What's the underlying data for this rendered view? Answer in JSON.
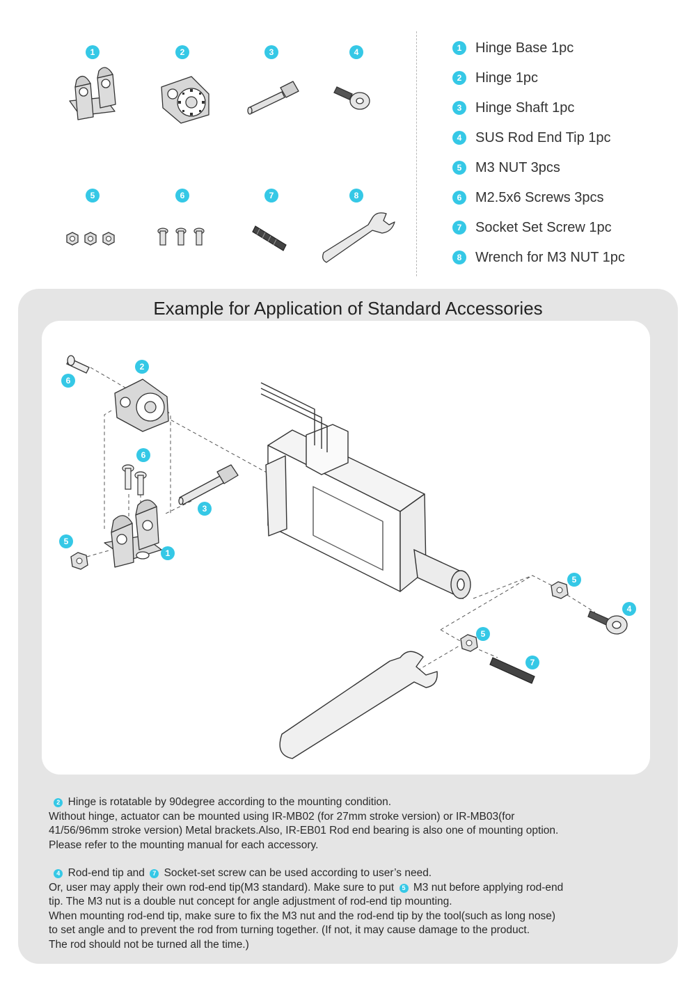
{
  "parts": [
    {
      "num": "1",
      "label": "Hinge Base 1pc"
    },
    {
      "num": "2",
      "label": "Hinge 1pc"
    },
    {
      "num": "3",
      "label": "Hinge Shaft 1pc"
    },
    {
      "num": "4",
      "label": "SUS Rod End Tip 1pc"
    },
    {
      "num": "5",
      "label": "M3 NUT 3pcs"
    },
    {
      "num": "6",
      "label": "M2.5x6 Screws 3pcs"
    },
    {
      "num": "7",
      "label": "Socket Set Screw 1pc"
    },
    {
      "num": "8",
      "label": "Wrench for M3 NUT 1pc"
    }
  ],
  "example_title": "Example for Application of Standard Accessories",
  "callouts": {
    "screw_single": "6",
    "hinge": "2",
    "screws_pair": "6",
    "shaft": "3",
    "nut_left": "5",
    "hinge_base": "1",
    "nut_right": "5",
    "rod_tip": "4",
    "nut_lower": "5",
    "set_screw": "7"
  },
  "notes": {
    "p1_badge": "2",
    "p1_lines": [
      "Hinge is rotatable by 90degree according to the mounting condition.",
      "Without hinge, actuator can be mounted using IR-MB02 (for 27mm stroke version) or IR-MB03(for",
      "41/56/96mm stroke version) Metal brackets.Also, IR-EB01 Rod end bearing is also one of mounting option.",
      "Please refer to the mounting manual for each accessory."
    ],
    "p2_badge_a": "4",
    "p2_text_a": "Rod-end tip and",
    "p2_badge_b": "7",
    "p2_text_b": "Socket-set screw can be used according to user’s need.",
    "p2_line2a": "Or, user may apply their own rod-end tip(M3 standard). Make sure to put",
    "p2_badge_c": "5",
    "p2_line2b": "M3 nut before applying rod-end",
    "p2_lines": [
      "tip. The M3 nut is a double nut concept for angle adjustment of rod-end tip mounting.",
      "When mounting rod-end tip, make sure to fix the M3 nut and the rod-end tip by the tool(such as long nose)",
      "to set angle and to prevent the rod from turning together. (If not, it may cause damage to the product.",
      "The rod should not be turned all the time.)"
    ]
  },
  "colors": {
    "accent": "#35c8e6",
    "panel": "#e5e5e5"
  }
}
